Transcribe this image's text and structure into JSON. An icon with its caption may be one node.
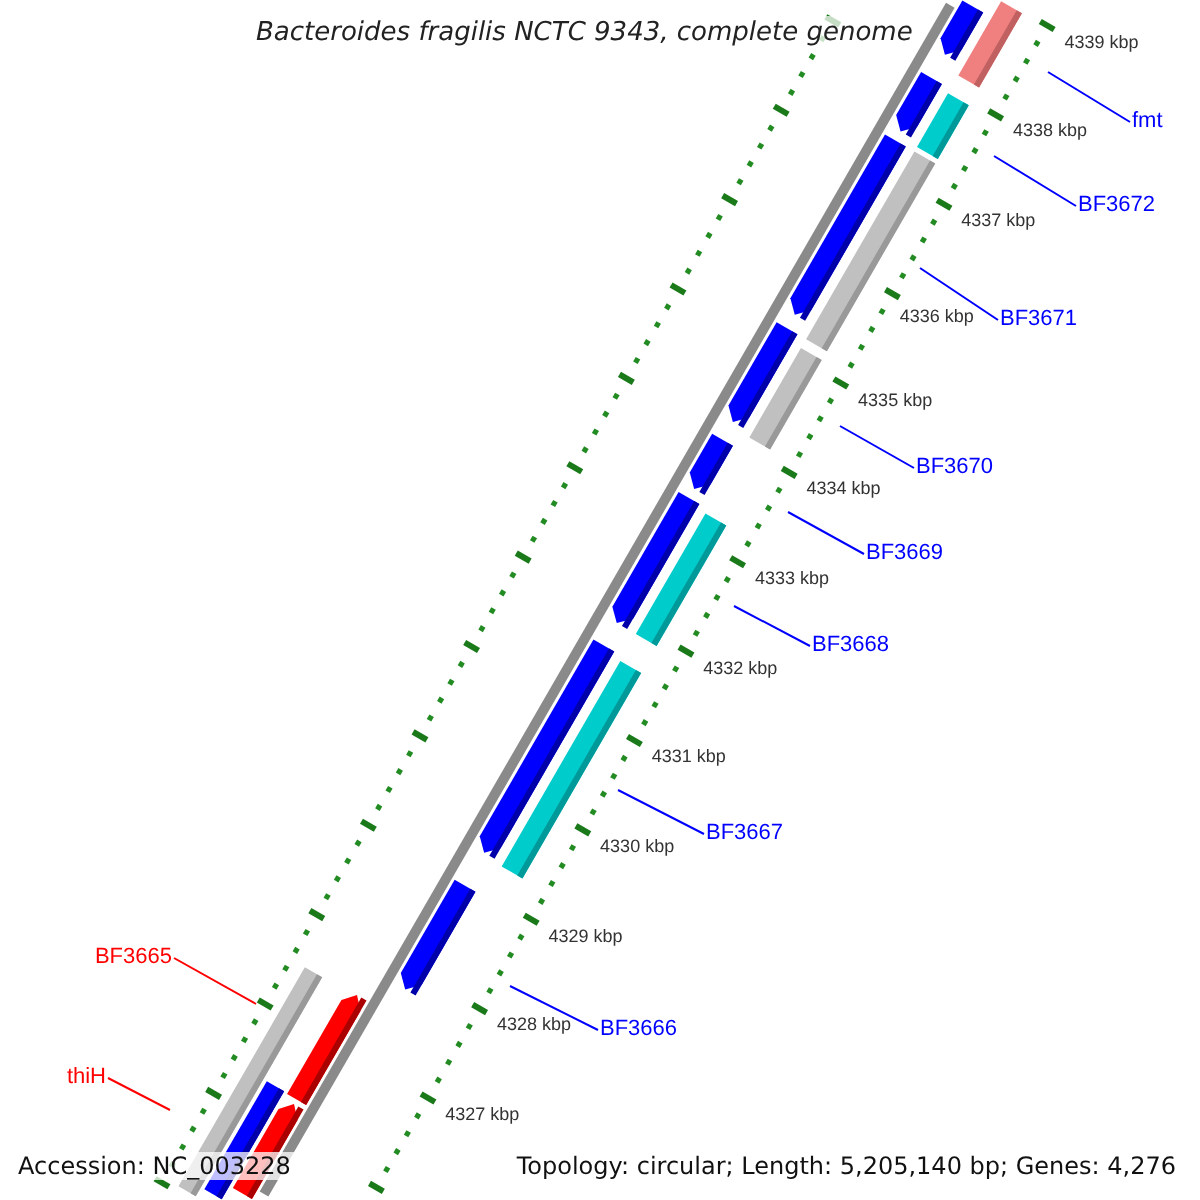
{
  "diagram": {
    "title": "Bacteroides fragilis NCTC 9343, complete genome",
    "nodes": [
      {
        "text": [
          "fmt"
        ]
      },
      {
        "text": [
          "BF3672"
        ]
      },
      {
        "text": [
          "BF3671"
        ]
      },
      {
        "text": [
          "BF3670"
        ]
      },
      {
        "text": [
          "BF3669"
        ]
      },
      {
        "text": [
          "BF3668"
        ]
      },
      {
        "text": [
          "BF3667"
        ]
      },
      {
        "text": [
          "BF3666"
        ]
      },
      {
        "text": [
          "BF3665"
        ]
      },
      {
        "text": [
          "thiH"
        ]
      }
    ],
    "edges": [
      {
        "from": 0,
        "to": null,
        "arrow": "none"
      },
      {
        "from": 1,
        "to": null,
        "arrow": "none"
      },
      {
        "from": 2,
        "to": null,
        "arrow": "none"
      },
      {
        "from": 3,
        "to": null,
        "arrow": "none"
      },
      {
        "from": 4,
        "to": null,
        "arrow": "none"
      },
      {
        "from": 5,
        "to": null,
        "arrow": "none"
      },
      {
        "from": 6,
        "to": null,
        "arrow": "none"
      },
      {
        "from": 7,
        "to": null,
        "arrow": "none"
      },
      {
        "from": 8,
        "to": null,
        "arrow": "none",
        "color": "#ff0000"
      },
      {
        "from": 9,
        "to": null,
        "arrow": "none",
        "color": "#ff0000"
      }
    ],
    "labels": [
      "4339 kbp",
      "4338 kbp",
      "4337 kbp",
      "4336 kbp",
      "4335 kbp",
      "4334 kbp",
      "4333 kbp",
      "4332 kbp",
      "4331 kbp",
      "4330 kbp",
      "4329 kbp",
      "4328 kbp",
      "4327 kbp",
      "Accession: NC_003228",
      "Topology: circular; Length: 5,205,140 bp; Genes: 4,276"
    ]
  }
}
